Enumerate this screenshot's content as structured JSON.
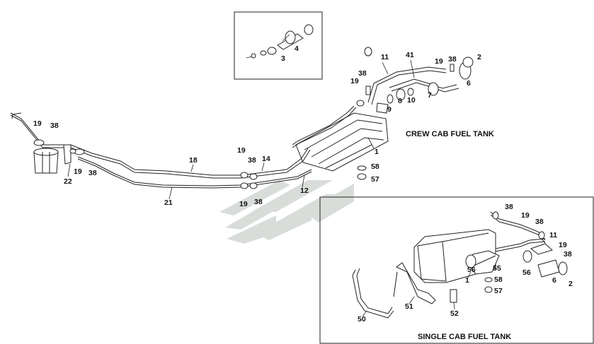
{
  "titles": {
    "crew": "CREW CAB FUEL TANK",
    "single": "SINGLE CAB FUEL TANK"
  },
  "watermark_color": "#d9ddd9",
  "labels": [
    "1",
    "2",
    "3",
    "4",
    "6",
    "7",
    "8",
    "9",
    "10",
    "11",
    "12",
    "14",
    "18",
    "19",
    "21",
    "22",
    "38",
    "41",
    "57",
    "58",
    "50",
    "51",
    "52",
    "55",
    "56"
  ]
}
